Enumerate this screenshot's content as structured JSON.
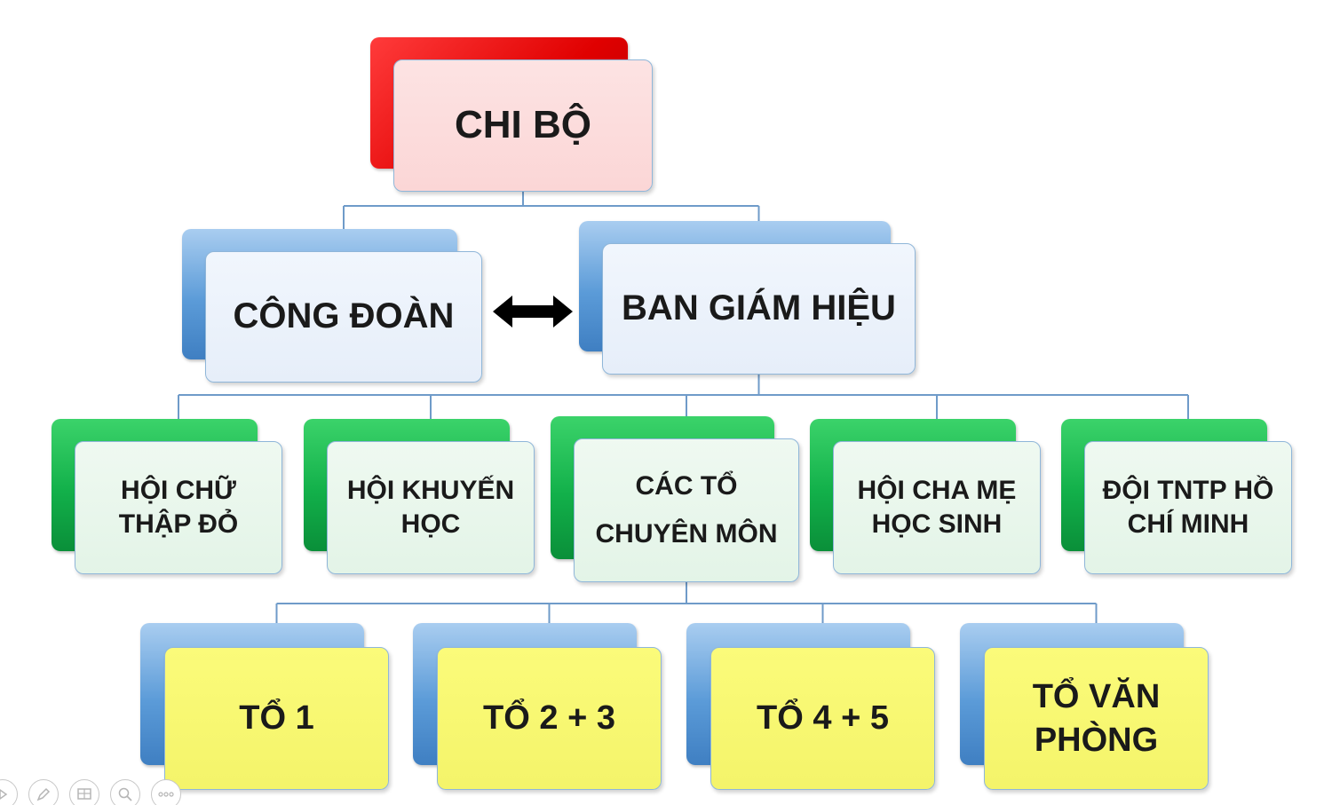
{
  "diagram": {
    "nodes": [
      {
        "id": "chi-bo",
        "label": "CHI BỘ",
        "color": "red"
      },
      {
        "id": "cong-doan",
        "label": "CÔNG ĐOÀN",
        "color": "blue"
      },
      {
        "id": "ban-giam-hieu",
        "label": "BAN GIÁM HIỆU",
        "color": "blue"
      },
      {
        "id": "hoi-chu-thap-do",
        "label": "HỘI CHỮ\nTHẬP ĐỎ",
        "color": "green"
      },
      {
        "id": "hoi-khuyen-hoc",
        "label": "HỘI KHUYẾN\nHỌC",
        "color": "green"
      },
      {
        "id": "cac-to-chuyen-mon",
        "label": "CÁC TỔ\nCHUYÊN MÔN",
        "color": "green"
      },
      {
        "id": "hoi-cha-me-hoc-sinh",
        "label": "HỘI CHA MẸ\nHỌC SINH",
        "color": "green"
      },
      {
        "id": "doi-tntp",
        "label": "ĐỘI TNTP HỒ\nCHÍ MINH",
        "color": "green"
      },
      {
        "id": "to-1",
        "label": "TỔ 1",
        "color": "yellow"
      },
      {
        "id": "to-2-3",
        "label": "TỔ 2 + 3",
        "color": "yellow"
      },
      {
        "id": "to-4-5",
        "label": "TỔ 4 + 5",
        "color": "yellow"
      },
      {
        "id": "to-van-phong",
        "label": "TỔ VĂN\nPHÒNG",
        "color": "yellow"
      }
    ],
    "edges": [
      {
        "from": "chi-bo",
        "to": "cong-doan"
      },
      {
        "from": "chi-bo",
        "to": "ban-giam-hieu"
      },
      {
        "from": "ban-giam-hieu",
        "to": "hoi-chu-thap-do"
      },
      {
        "from": "ban-giam-hieu",
        "to": "hoi-khuyen-hoc"
      },
      {
        "from": "ban-giam-hieu",
        "to": "cac-to-chuyen-mon"
      },
      {
        "from": "ban-giam-hieu",
        "to": "hoi-cha-me-hoc-sinh"
      },
      {
        "from": "ban-giam-hieu",
        "to": "doi-tntp"
      },
      {
        "from": "cac-to-chuyen-mon",
        "to": "to-1"
      },
      {
        "from": "cac-to-chuyen-mon",
        "to": "to-2-3"
      },
      {
        "from": "cac-to-chuyen-mon",
        "to": "to-4-5"
      },
      {
        "from": "cac-to-chuyen-mon",
        "to": "to-van-phong"
      }
    ],
    "bidirectional": [
      {
        "a": "cong-doan",
        "b": "ban-giam-hieu"
      }
    ],
    "colors": {
      "red": "#e00000",
      "blue": "#5b9bd8",
      "green": "#12b04a",
      "yellow": "#f4f46a",
      "connector": "#6f9bc9",
      "arrow": "#000000"
    }
  },
  "toolbar": [
    {
      "icon": "play-icon"
    },
    {
      "icon": "pen-icon"
    },
    {
      "icon": "slides-icon"
    },
    {
      "icon": "zoom-icon"
    },
    {
      "icon": "more-icon"
    }
  ]
}
